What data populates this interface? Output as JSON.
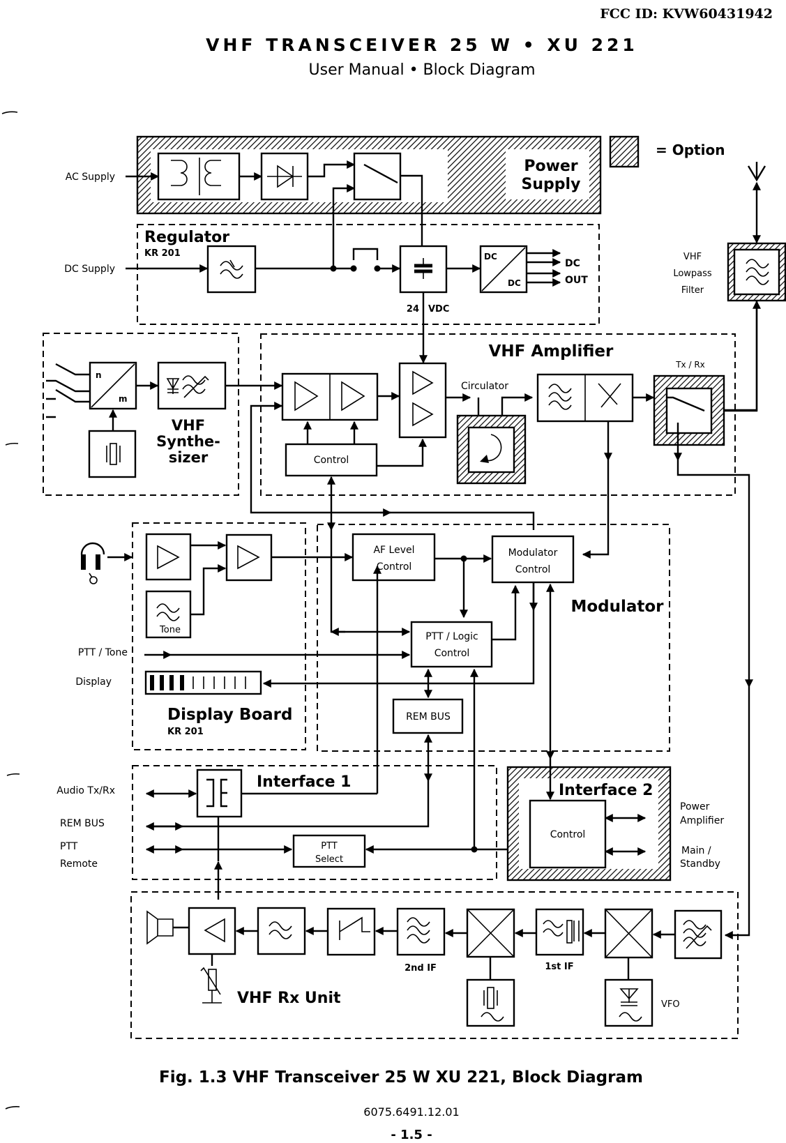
{
  "header": {
    "fcc_id": "FCC ID: KVW60431942",
    "title": "VHF TRANSCEIVER 25 W • XU 221",
    "subtitle": "User Manual • Block Diagram"
  },
  "legend": {
    "option_label": "= Option"
  },
  "inputs": {
    "ac_supply": "AC Supply",
    "dc_supply": "DC Supply",
    "ptt_tone": "PTT / Tone",
    "display": "Display",
    "audio_txrx": "Audio Tx/Rx",
    "rem_bus": "REM BUS",
    "ptt": "PTT",
    "remote": "Remote"
  },
  "blocks": {
    "power_supply": {
      "title_line1": "Power",
      "title_line2": "Supply"
    },
    "regulator": {
      "title": "Regulator",
      "code": "KR 201",
      "dc": "DC",
      "dc2": "DC",
      "dc_out_1": "DC",
      "dc_out_2": "OUT",
      "voltage": "24 VDC"
    },
    "lowpass": {
      "line1": "VHF",
      "line2": "Lowpass",
      "line3": "Filter"
    },
    "synthesizer": {
      "line1": "VHF",
      "line2": "Synthe-",
      "line3": "sizer",
      "n": "n",
      "m": "m"
    },
    "amplifier": {
      "title": "VHF Amplifier",
      "circulator": "Circulator",
      "txrx": "Tx / Rx",
      "control": "Control"
    },
    "display_board": {
      "title": "Display Board",
      "code": "KR 201",
      "tone": "Tone"
    },
    "modulator": {
      "title": "Modulator",
      "af_level_1": "AF Level",
      "af_level_2": "Control",
      "mod_ctrl_1": "Modulator",
      "mod_ctrl_2": "Control",
      "ptt_logic_1": "PTT / Logic",
      "ptt_logic_2": "Control",
      "rem_bus": "REM BUS"
    },
    "interface1": {
      "title": "Interface 1",
      "ptt_select_1": "PTT",
      "ptt_select_2": "Select"
    },
    "interface2": {
      "title": "Interface 2",
      "control": "Control",
      "power_amp_1": "Power",
      "power_amp_2": "Amplifier",
      "main_1": "Main /",
      "main_2": "Standby"
    },
    "rx_unit": {
      "title": "VHF Rx Unit",
      "second_if": "2nd IF",
      "first_if": "1st IF",
      "vfo": "VFO"
    }
  },
  "footer": {
    "caption": "Fig. 1.3   VHF Transceiver 25 W  XU 221, Block Diagram",
    "doc_number": "6075.6491.12.01",
    "page": "- 1.5 -"
  }
}
